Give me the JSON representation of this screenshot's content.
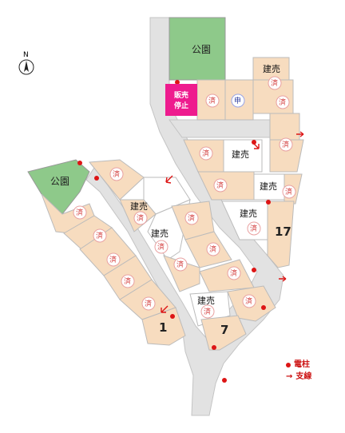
{
  "labels": {
    "park": "公園",
    "sold": "済",
    "for_sale": "建売",
    "applied": "申",
    "sale_stop_line1": "販売",
    "sale_stop_line2": "停止",
    "compass_n": "N"
  },
  "lot_numbers": {
    "first": "1",
    "seventh": "7",
    "seventeenth": "17"
  },
  "legend": {
    "pole": "電柱",
    "guy_wire": "支線"
  },
  "colors": {
    "lot": "#f7dcbf",
    "park": "#8ec98a",
    "sale_stop": "#ee1b8e",
    "marker": "#dd1515"
  },
  "icons": {
    "pole": "red-dot-icon",
    "guy_wire": "red-arrow-icon",
    "compass": "north-arrow-icon"
  }
}
